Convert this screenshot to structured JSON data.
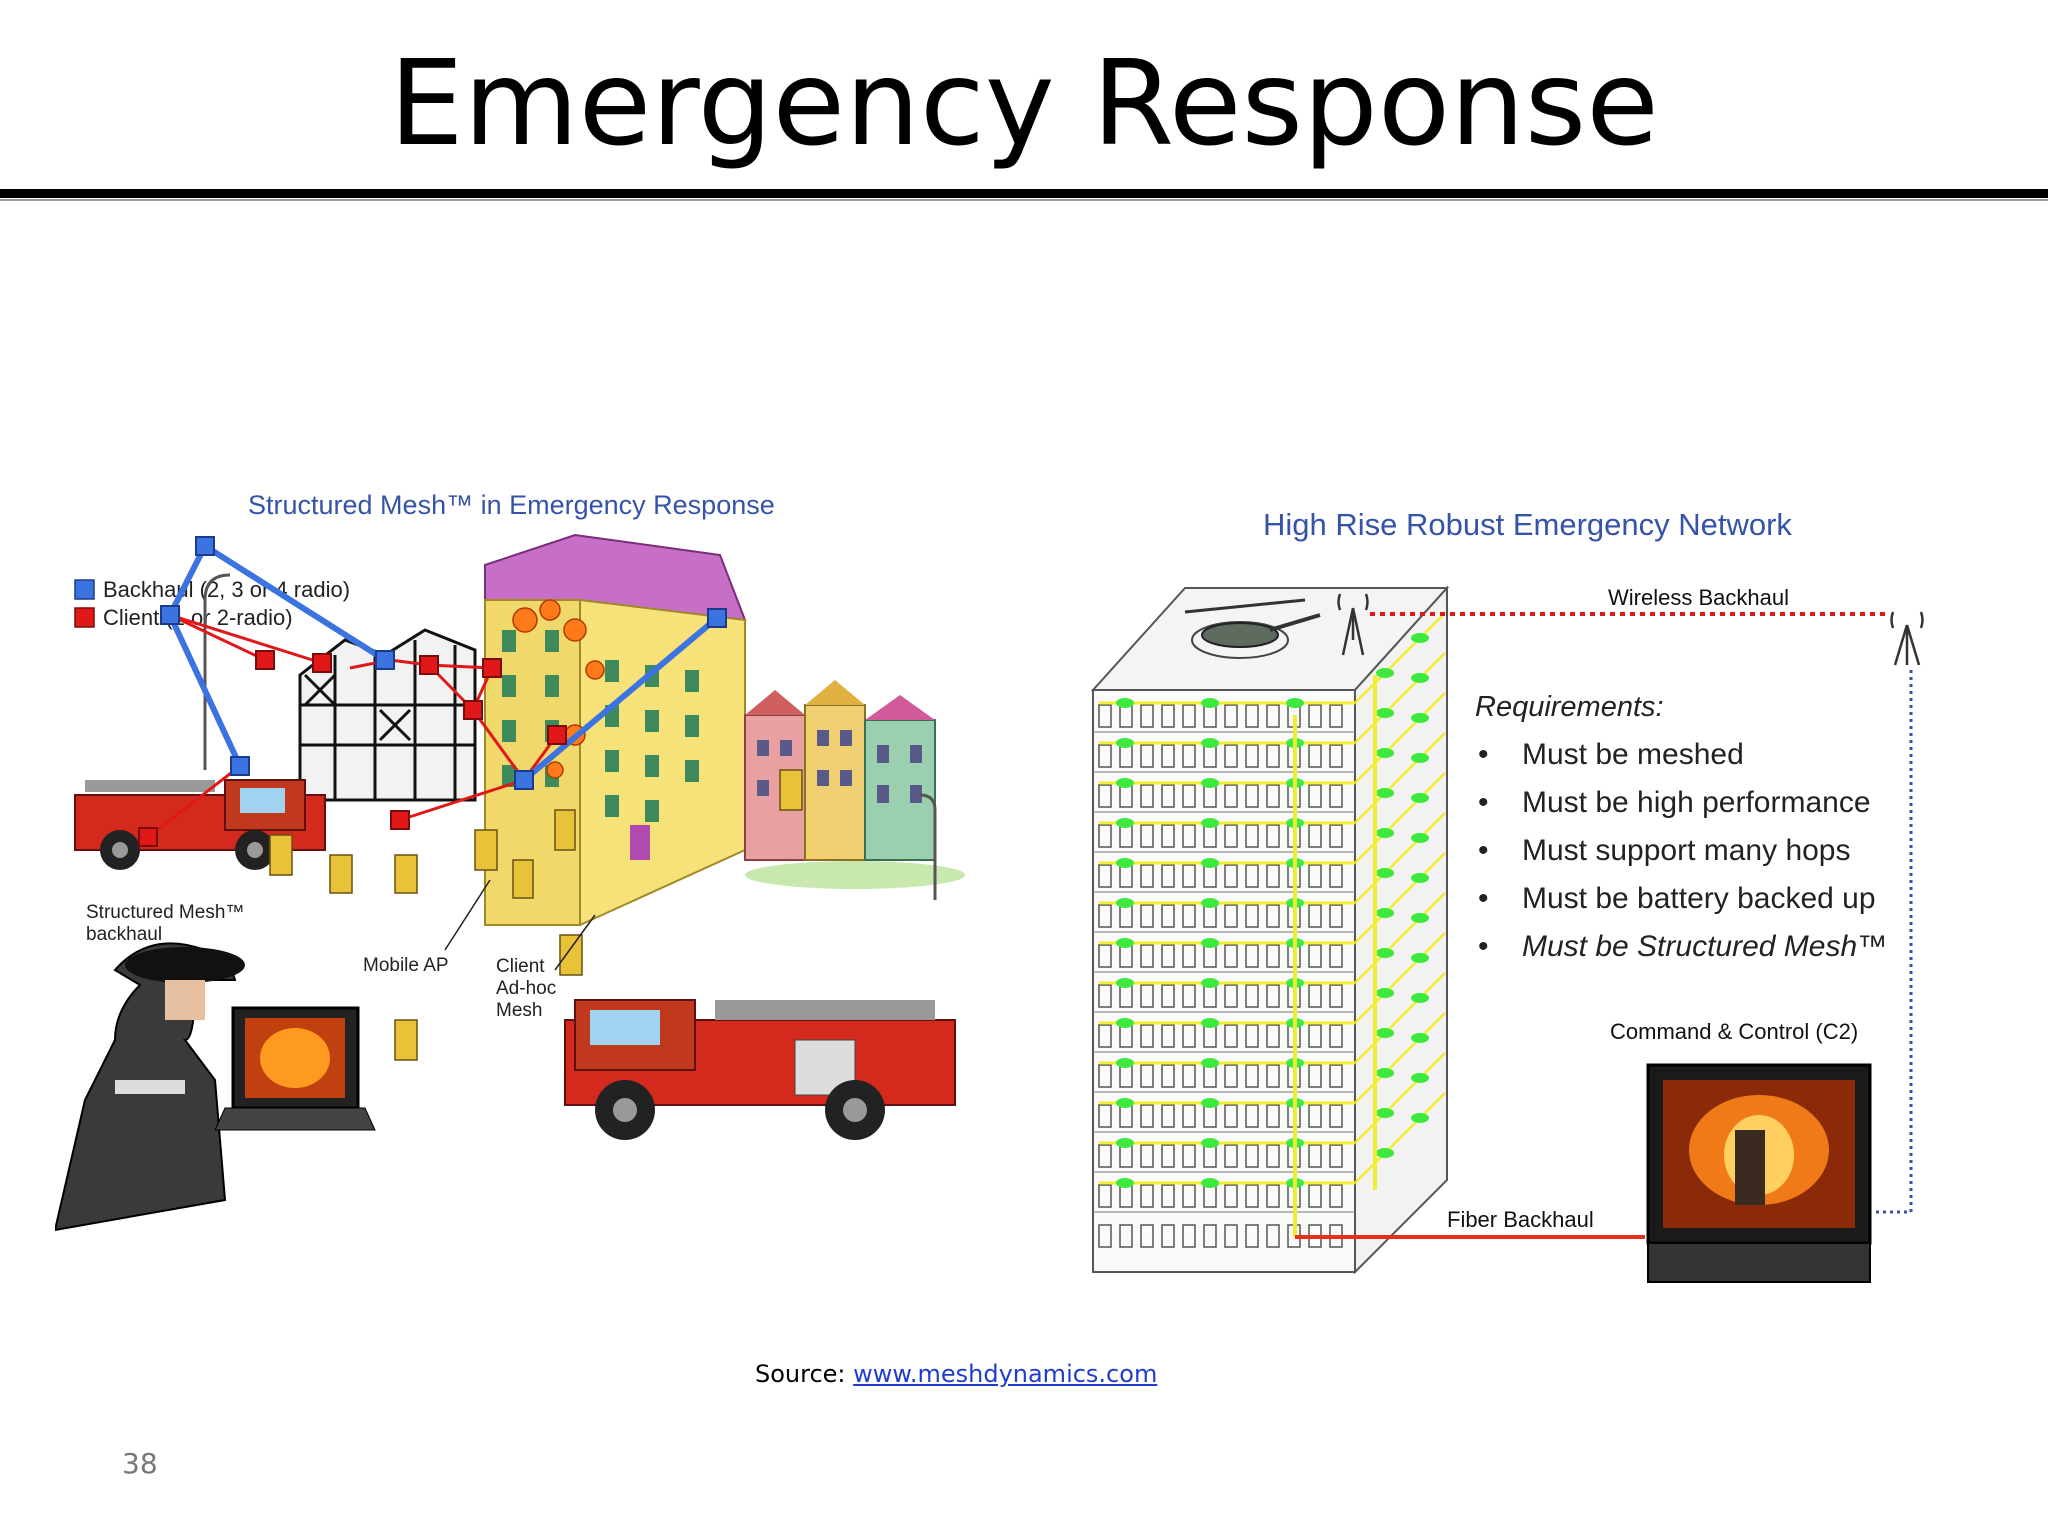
{
  "slide": {
    "title": "Emergency Response",
    "page_number": "38",
    "source_label": "Source: ",
    "source_link": "www.meshdynamics.com"
  },
  "left_diagram": {
    "title": "Structured Mesh™ in Emergency Response",
    "legend": [
      {
        "label": "Backhaul (2, 3 or 4 radio)",
        "color": "#3b73e0"
      },
      {
        "label": "Client (1 or 2-radio)",
        "color": "#e01818"
      }
    ],
    "labels": {
      "backhaul_line1": "Structured Mesh™",
      "backhaul_line2": "backhaul",
      "mobile_ap": "Mobile AP",
      "client_line1": "Client",
      "client_line2": "Ad-hoc",
      "client_line3": "Mesh"
    }
  },
  "right_diagram": {
    "title": "High Rise Robust Emergency Network",
    "wireless_backhaul": "Wireless Backhaul",
    "fiber_backhaul": "Fiber Backhaul",
    "command_control": "Command & Control (C2)",
    "requirements_heading": "Requirements:",
    "requirements": [
      "Must be meshed",
      "Must be high performance",
      "Must support many hops",
      "Must be battery backed up",
      "Must be Structured Mesh™"
    ]
  },
  "colors": {
    "backhaul_blue": "#3b73e0",
    "client_red": "#e01818",
    "title_blue": "#3553a8",
    "mesh_yellow": "#f2ec30",
    "mesh_green": "#3ee83e"
  }
}
